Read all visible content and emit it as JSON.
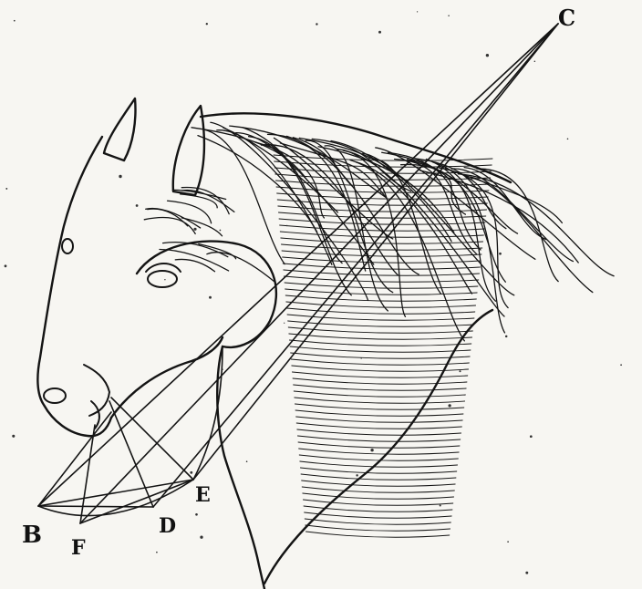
{
  "labels": {
    "A": "",
    "B": "B",
    "C": "C",
    "D": "D",
    "E": "E",
    "F": "F"
  },
  "ink_color": "#141414",
  "paper_color": "#f7f6f2"
}
